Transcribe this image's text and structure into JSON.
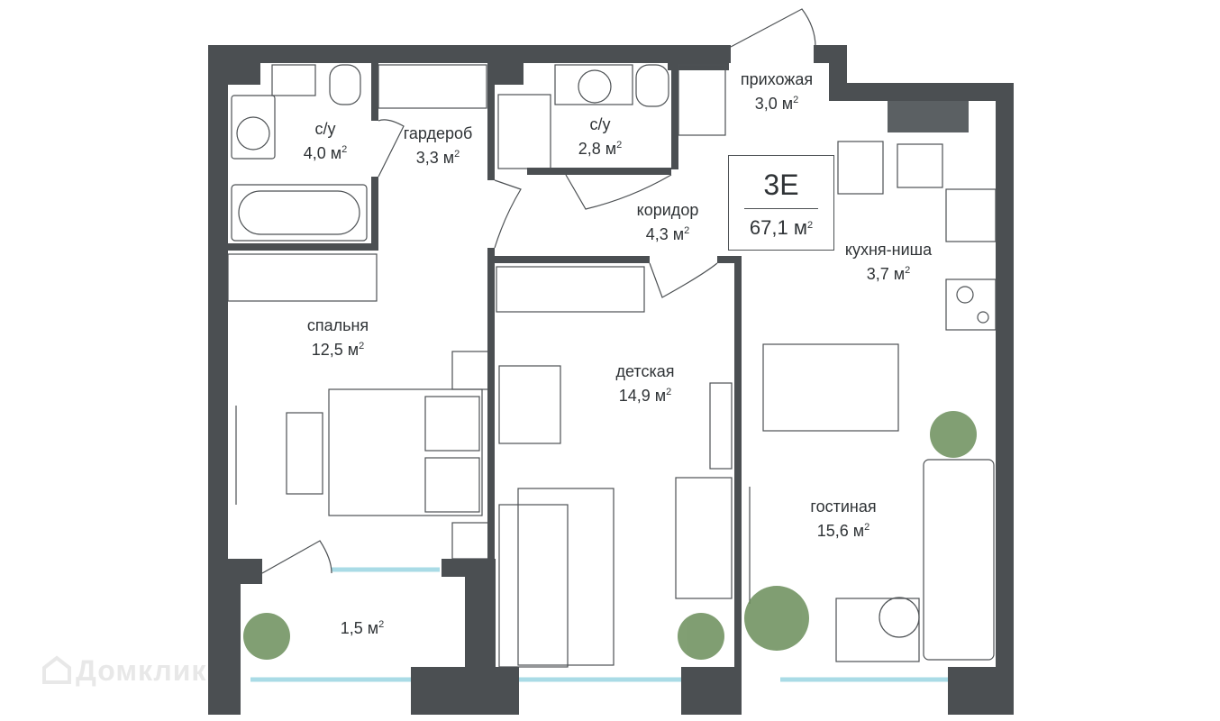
{
  "plan": {
    "code": "3E",
    "total_area_value": "67,1 м",
    "total_area_sup": "2",
    "colors": {
      "wall": "#4b4f52",
      "line": "#4d5154",
      "glass": "#a9dbe6",
      "plant": "#6b8e5a"
    }
  },
  "rooms": [
    {
      "id": "bath1",
      "name": "с/у",
      "area": "4,0 м",
      "sup": "2"
    },
    {
      "id": "wardrobe",
      "name": "гардероб",
      "area": "3,3 м",
      "sup": "2"
    },
    {
      "id": "bath2",
      "name": "с/у",
      "area": "2,8 м",
      "sup": "2"
    },
    {
      "id": "hall",
      "name": "прихожая",
      "area": "3,0 м",
      "sup": "2"
    },
    {
      "id": "corridor",
      "name": "коридор",
      "area": "4,3 м",
      "sup": "2"
    },
    {
      "id": "kitchen",
      "name": "кухня-ниша",
      "area": "3,7 м",
      "sup": "2"
    },
    {
      "id": "bedroom",
      "name": "спальня",
      "area": "12,5 м",
      "sup": "2"
    },
    {
      "id": "kids",
      "name": "детская",
      "area": "14,9 м",
      "sup": "2"
    },
    {
      "id": "living",
      "name": "гостиная",
      "area": "15,6 м",
      "sup": "2"
    },
    {
      "id": "balcony",
      "name": "",
      "area": "1,5 м",
      "sup": "2"
    }
  ],
  "watermark": {
    "text": "Домклик"
  }
}
